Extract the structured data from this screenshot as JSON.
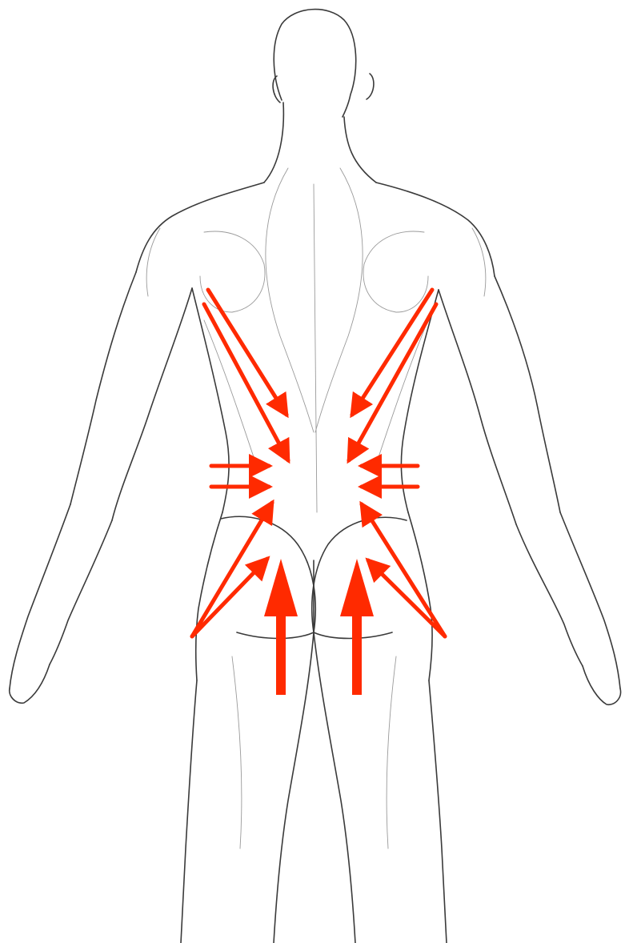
{
  "figure": {
    "subject": "male-figure-back-view",
    "arrow_color": "#ff2a00",
    "line_color": "#3a3a3a",
    "detail_color": "#9a9a9a",
    "background": "#ffffff"
  },
  "arrow_groups": [
    {
      "name": "upper-back-diagonal-arrows",
      "count": 4
    },
    {
      "name": "side-horizontal-arrows",
      "count": 4
    },
    {
      "name": "hip-diagonal-arrows",
      "count": 4
    },
    {
      "name": "leg-upward-arrows",
      "count": 2
    }
  ]
}
